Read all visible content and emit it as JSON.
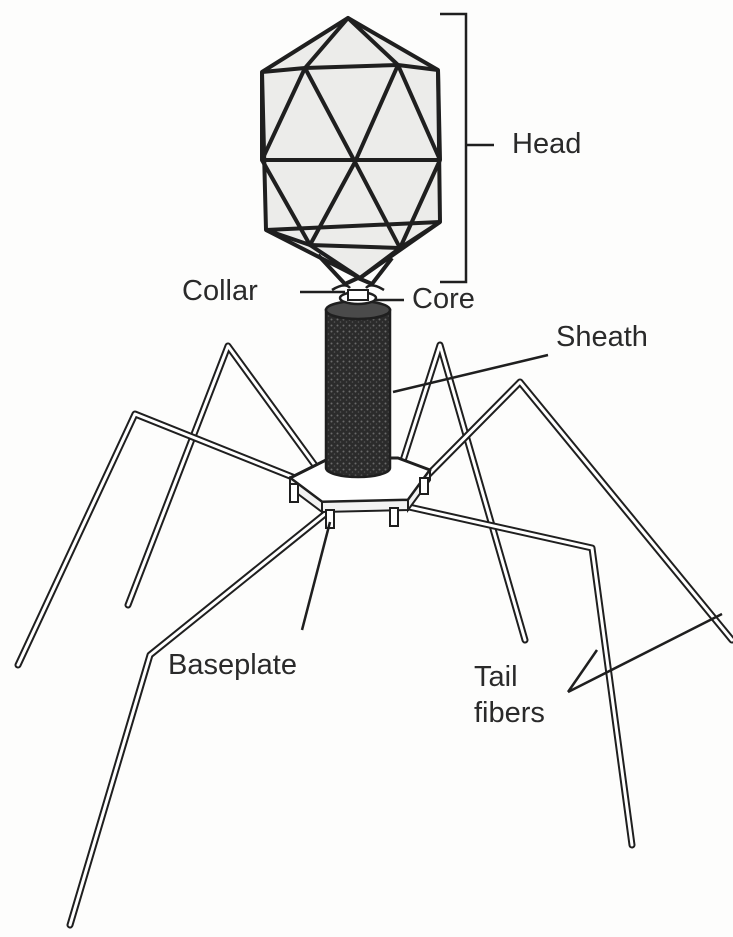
{
  "labels": {
    "head": "Head",
    "collar": "Collar",
    "core": "Core",
    "sheath": "Sheath",
    "baseplate": "Baseplate",
    "tail_fibers_line1": "Tail",
    "tail_fibers_line2": "fibers"
  },
  "colors": {
    "ink": "#1f1f1f",
    "label_text": "#2a2a2a",
    "fiber_fill": "#ffffff",
    "head_fill": "#ececea",
    "sheath_fill": "#3a3a3a",
    "background": "#fdfdfc"
  }
}
